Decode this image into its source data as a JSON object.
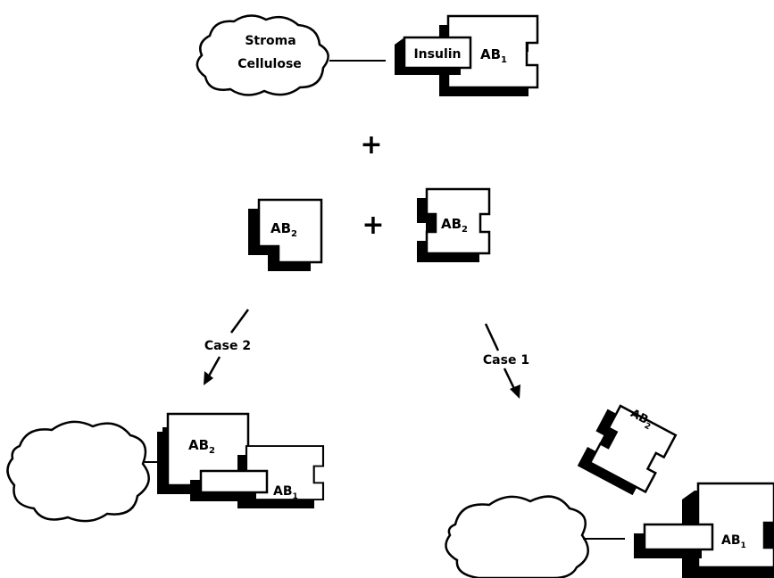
{
  "labels": {
    "stroma": "Stroma",
    "cellulose": "Cellulose",
    "insulin": "Insulin",
    "ab": "AB",
    "sub1": "1",
    "sub2": "2",
    "plus": "+",
    "case1": "Case 1",
    "case2": "Case 2"
  },
  "colors": {
    "ink": "#000000",
    "paper": "#ffffff"
  }
}
